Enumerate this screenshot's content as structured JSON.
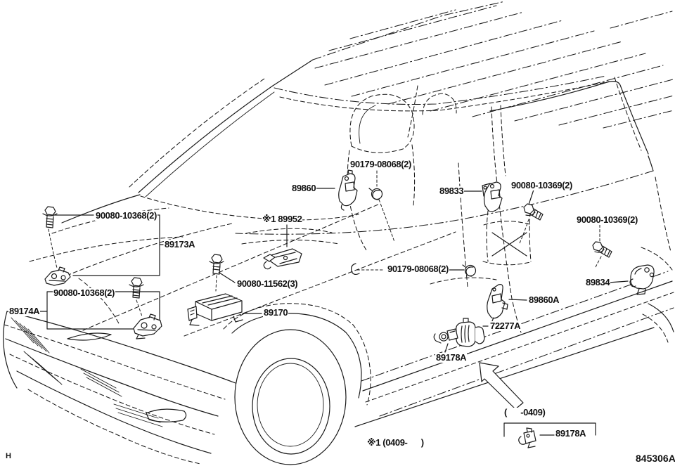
{
  "diagram": {
    "type": "parts-diagram",
    "subject": "Minivan airbag sensor and bracket locations (exploded callout view)",
    "figure_code": "845306A",
    "sheet_letter": "H",
    "colors": {
      "line_color": "#1a1a1a",
      "background": "#ffffff"
    },
    "icons": [
      "bolt-icon",
      "flange-nut-icon",
      "front-airbag-sensor-icon",
      "side-airbag-sensor-icon",
      "airbag-ecu-icon",
      "connector-bracket-icon",
      "occupant-sensor-icon",
      "viewpoint-arrow-icon",
      "vehicle-outline"
    ],
    "labels": [
      {
        "id": "bolt-front-upper",
        "text": "90080-10368(2)"
      },
      {
        "id": "front-sensor-rh",
        "text": "89173A"
      },
      {
        "id": "bolt-front-lower",
        "text": "90080-10368(2)"
      },
      {
        "id": "front-sensor-lh",
        "text": "89174A"
      },
      {
        "id": "sensor-89952",
        "text": "※1 89952"
      },
      {
        "id": "bolt-ecu",
        "text": "90080-11562(3)"
      },
      {
        "id": "airbag-ecu",
        "text": "89170"
      },
      {
        "id": "sensor-89860",
        "text": "89860"
      },
      {
        "id": "nut-front-pillar",
        "text": "90179-08068(2)"
      },
      {
        "id": "nut-center-pillar",
        "text": "90179-08068(2)"
      },
      {
        "id": "sensor-89833",
        "text": "89833"
      },
      {
        "id": "bolt-side-upper",
        "text": "90080-10369(2)"
      },
      {
        "id": "bolt-side-lower",
        "text": "90080-10369(2)"
      },
      {
        "id": "sensor-89834",
        "text": "89834"
      },
      {
        "id": "sensor-89860a",
        "text": "89860A"
      },
      {
        "id": "bracket-72277a",
        "text": "72277A"
      },
      {
        "id": "sensor-89178a",
        "text": "89178A"
      },
      {
        "id": "note-pre-0409",
        "text": "(      -0409)"
      },
      {
        "id": "sensor-89178a-early",
        "text": "89178A"
      },
      {
        "id": "note-post-0409",
        "text": "※1 (0409-      )"
      },
      {
        "id": "figure-code",
        "text": "845306A"
      },
      {
        "id": "sheet-letter",
        "text": "H"
      }
    ]
  }
}
